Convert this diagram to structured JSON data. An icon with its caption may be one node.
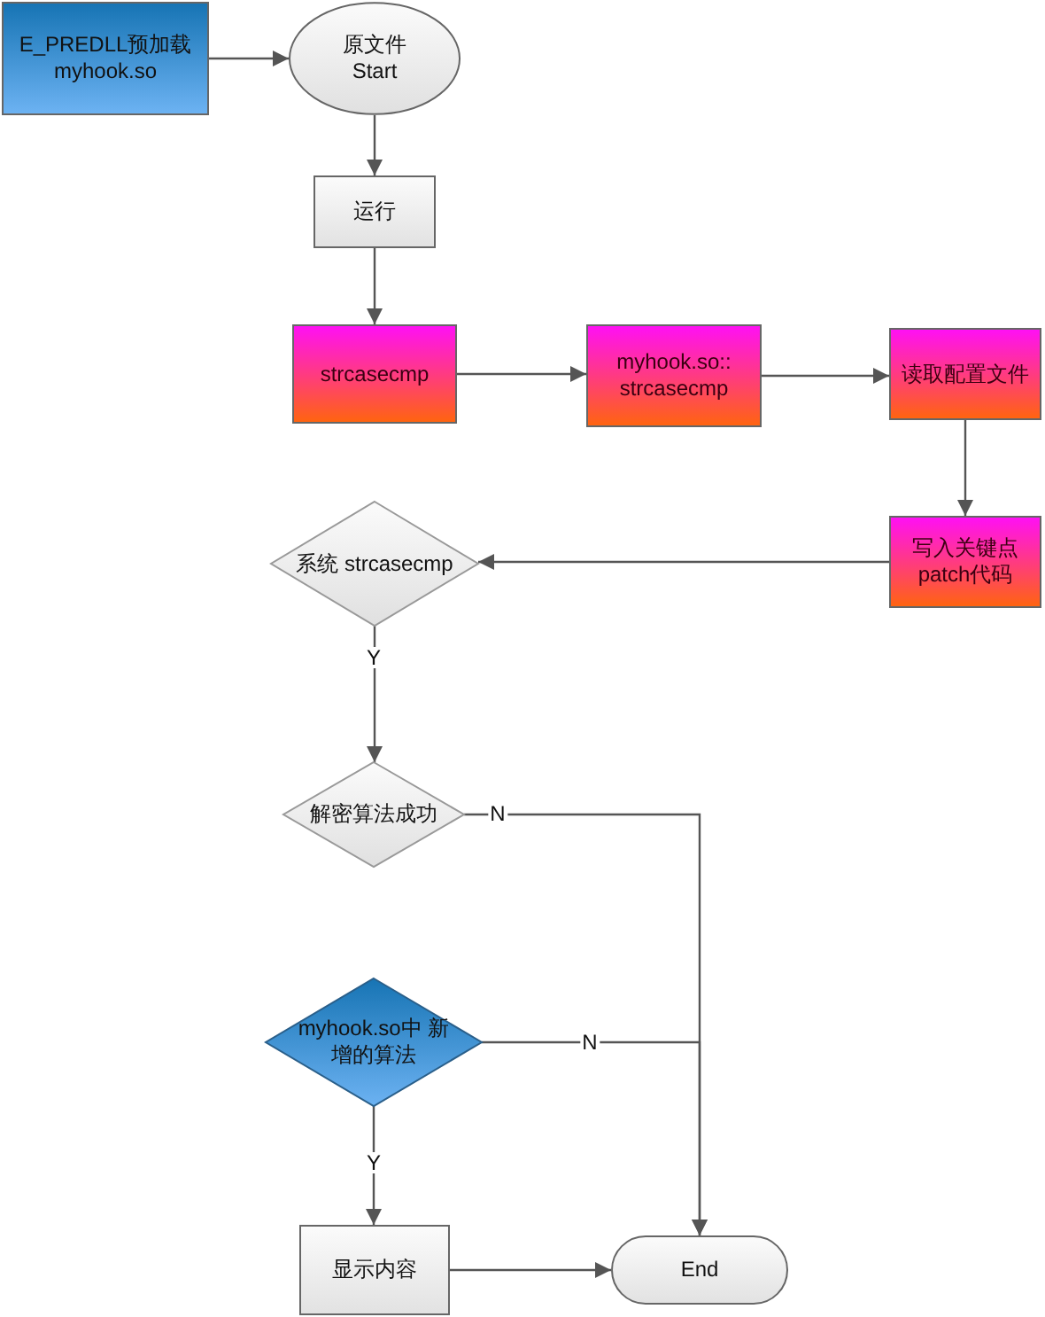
{
  "diagram": {
    "nodes": [
      {
        "text": [
          "E_PREDLL预加载 myhook.so"
        ]
      },
      {
        "text": [
          "原文件 Start"
        ]
      },
      {
        "text": [
          "运行"
        ]
      },
      {
        "text": [
          "strcasecmp"
        ]
      },
      {
        "text": [
          "myhook.so:: strcasecmp"
        ]
      },
      {
        "text": [
          "读取配置文件"
        ]
      },
      {
        "text": [
          "写入关键点 patch代码"
        ]
      },
      {
        "text": [
          "系统 strcasecmp"
        ]
      },
      {
        "text": [
          "解密算法成功"
        ]
      },
      {
        "text": [
          "myhook.so中 新增的算法"
        ]
      },
      {
        "text": [
          "显示内容"
        ]
      },
      {
        "text": [
          "End"
        ]
      }
    ],
    "edges": [
      {
        "from": 0,
        "to": 1,
        "arrow": "to"
      },
      {
        "from": 1,
        "to": 2,
        "arrow": "to"
      },
      {
        "from": 2,
        "to": 3,
        "arrow": "to"
      },
      {
        "from": 3,
        "to": 4,
        "arrow": "to"
      },
      {
        "from": 4,
        "to": 5,
        "arrow": "to"
      },
      {
        "from": 5,
        "to": 6,
        "arrow": "to"
      },
      {
        "from": 6,
        "to": 7,
        "arrow": "to"
      },
      {
        "from": 7,
        "to": 8,
        "arrow": "to",
        "label": "Y"
      },
      {
        "from": 8,
        "to": 11,
        "arrow": "to",
        "label": "N"
      },
      {
        "from": 9,
        "to": 11,
        "arrow": "to",
        "label": "N"
      },
      {
        "from": 9,
        "to": 10,
        "arrow": "to",
        "label": "Y"
      },
      {
        "from": 10,
        "to": 11,
        "arrow": "to"
      }
    ]
  }
}
